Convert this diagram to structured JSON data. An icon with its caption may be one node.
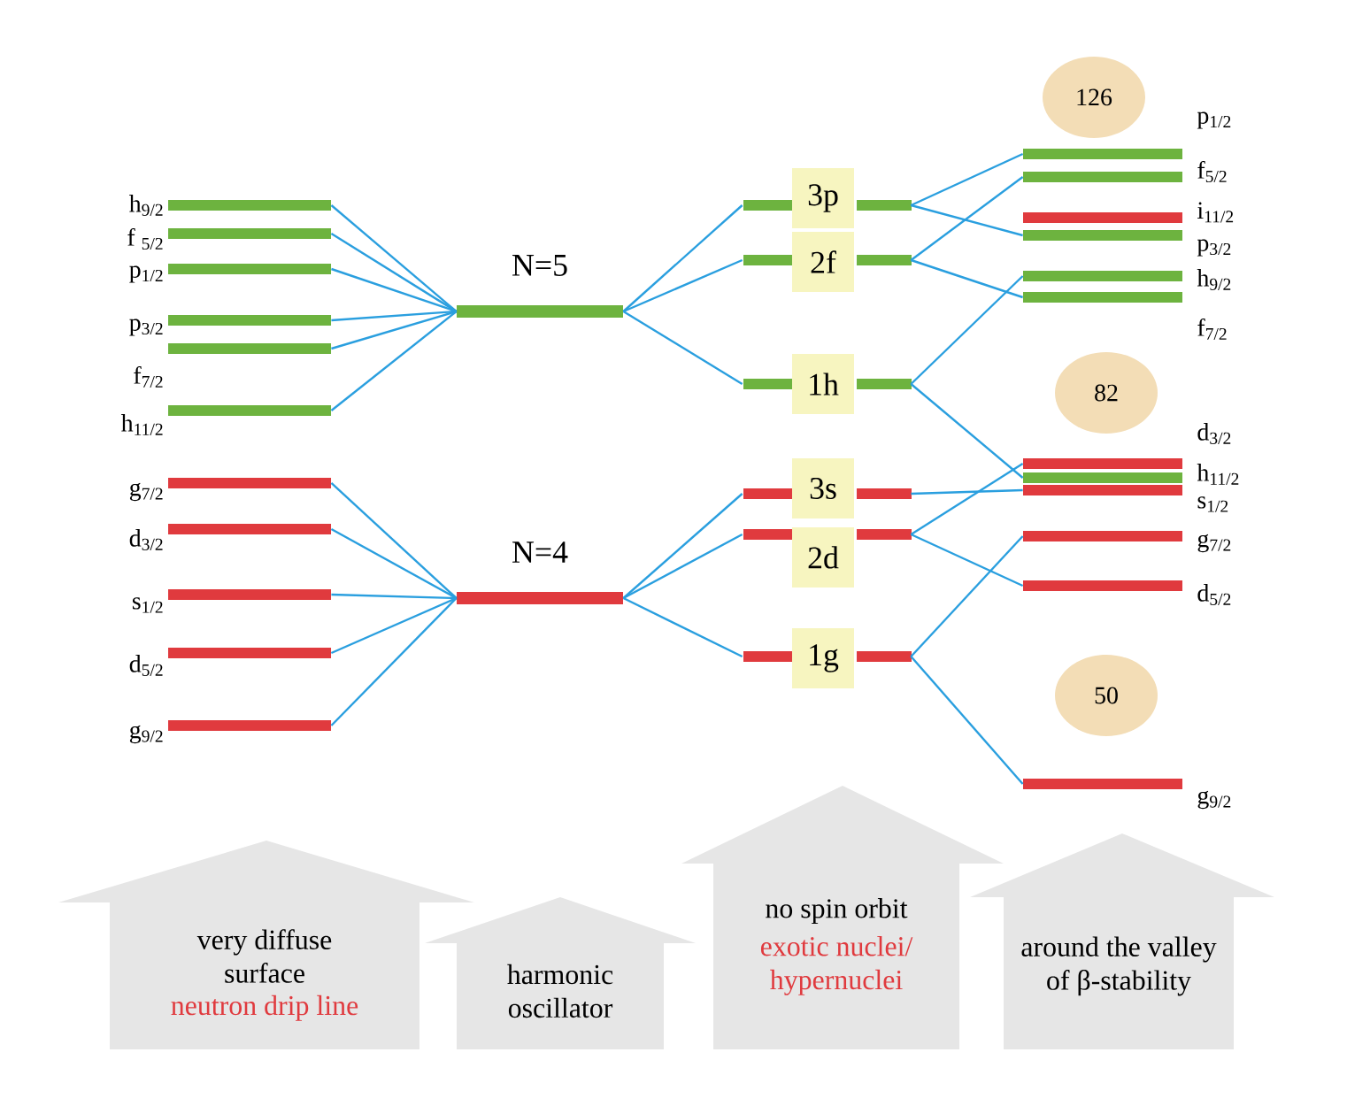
{
  "diagram": {
    "nodes": [
      {
        "text": [
          "h$_{9/2}$"
        ]
      },
      {
        "text": [
          "f $_{5/2}$"
        ]
      },
      {
        "text": [
          "p$_{1/2}$"
        ]
      },
      {
        "text": [
          "p$_{3/2}$"
        ]
      },
      {
        "text": [
          "f$_{7/2}$"
        ]
      },
      {
        "text": [
          "h$_{11/2}$"
        ]
      },
      {
        "text": [
          "g$_{7/2}$"
        ]
      },
      {
        "text": [
          "d$_{3/2}$"
        ]
      },
      {
        "text": [
          "s$_{1/2}$"
        ]
      },
      {
        "text": [
          "d$_{5/2}$"
        ]
      },
      {
        "text": [
          "g$_{9/2}$"
        ]
      },
      {
        "text": [
          "N=5"
        ]
      },
      {
        "text": [
          "N=4"
        ]
      },
      {
        "text": [
          "3p"
        ]
      },
      {
        "text": [
          "2f"
        ]
      },
      {
        "text": [
          "1h"
        ]
      },
      {
        "text": [
          "3s"
        ]
      },
      {
        "text": [
          "2d"
        ]
      },
      {
        "text": [
          "1g"
        ]
      },
      {
        "text": [
          "126"
        ]
      },
      {
        "text": [
          "82"
        ]
      },
      {
        "text": [
          "50"
        ]
      },
      {
        "text": [
          "p$_{1/2}$"
        ]
      },
      {
        "text": [
          "f$_{5/2}$"
        ]
      },
      {
        "text": [
          "i$_{11/2}$"
        ]
      },
      {
        "text": [
          "p$_{3/2}$"
        ]
      },
      {
        "text": [
          "h$_{9/2}$"
        ]
      },
      {
        "text": [
          "f$_{7/2}$"
        ]
      },
      {
        "text": [
          "d$_{3/2}$"
        ]
      },
      {
        "text": [
          "h$_{11/2}$"
        ]
      },
      {
        "text": [
          "s$_{1/2}$"
        ]
      },
      {
        "text": [
          "g$_{7/2}$"
        ]
      },
      {
        "text": [
          "d$_{5/2}$"
        ]
      },
      {
        "text": [
          "g$_{9/2}$"
        ]
      },
      {
        "text": [
          "very diffuse surface",
          "neutron drip line"
        ]
      },
      {
        "text": [
          "harmonic oscillator"
        ]
      },
      {
        "text": [
          "no spin orbit",
          "exotic nuclei/ hypernuclei"
        ]
      },
      {
        "text": [
          "around the valley of β-stability"
        ]
      }
    ],
    "edges": [
      {
        "from": 0,
        "to": 11,
        "arrow": "none"
      },
      {
        "from": 1,
        "to": 11,
        "arrow": "none"
      },
      {
        "from": 2,
        "to": 11,
        "arrow": "none"
      },
      {
        "from": 3,
        "to": 11,
        "arrow": "none"
      },
      {
        "from": 4,
        "to": 11,
        "arrow": "none"
      },
      {
        "from": 5,
        "to": 11,
        "arrow": "none"
      },
      {
        "from": 6,
        "to": 12,
        "arrow": "none"
      },
      {
        "from": 7,
        "to": 12,
        "arrow": "none"
      },
      {
        "from": 8,
        "to": 12,
        "arrow": "none"
      },
      {
        "from": 9,
        "to": 12,
        "arrow": "none"
      },
      {
        "from": 10,
        "to": 12,
        "arrow": "none"
      },
      {
        "from": 11,
        "to": 13,
        "arrow": "none"
      },
      {
        "from": 11,
        "to": 14,
        "arrow": "none"
      },
      {
        "from": 11,
        "to": 15,
        "arrow": "none"
      },
      {
        "from": 12,
        "to": 16,
        "arrow": "none"
      },
      {
        "from": 12,
        "to": 17,
        "arrow": "none"
      },
      {
        "from": 12,
        "to": 18,
        "arrow": "none"
      },
      {
        "from": 13,
        "to": 22,
        "arrow": "none"
      },
      {
        "from": 13,
        "to": 25,
        "arrow": "none"
      },
      {
        "from": 14,
        "to": 23,
        "arrow": "none"
      },
      {
        "from": 14,
        "to": 27,
        "arrow": "none"
      },
      {
        "from": 15,
        "to": 26,
        "arrow": "none"
      },
      {
        "from": 15,
        "to": 29,
        "arrow": "none"
      },
      {
        "from": 16,
        "to": 30,
        "arrow": "none"
      },
      {
        "from": 17,
        "to": 28,
        "arrow": "none"
      },
      {
        "from": 17,
        "to": 32,
        "arrow": "none"
      },
      {
        "from": 18,
        "to": 31,
        "arrow": "none"
      },
      {
        "from": 18,
        "to": 33,
        "arrow": "none"
      }
    ]
  }
}
